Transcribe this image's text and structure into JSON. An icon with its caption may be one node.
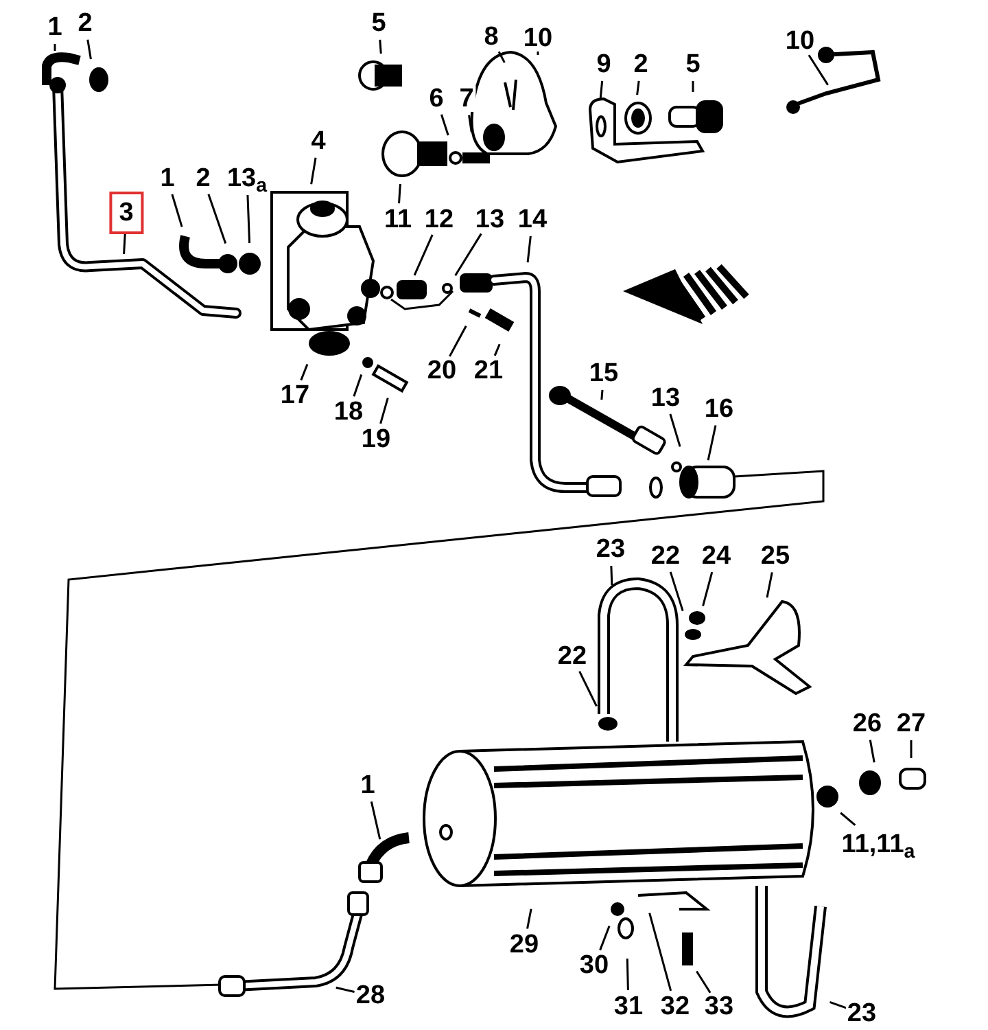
{
  "diagram": {
    "nodes": [
      {
        "text": [
          "1"
        ]
      },
      {
        "text": [
          "2"
        ]
      },
      {
        "text": [
          "5"
        ]
      },
      {
        "text": [
          "8"
        ]
      },
      {
        "text": [
          "10"
        ]
      },
      {
        "text": [
          "9"
        ]
      },
      {
        "text": [
          "2"
        ]
      },
      {
        "text": [
          "5"
        ]
      },
      {
        "text": [
          "10"
        ]
      },
      {
        "text": [
          "6"
        ]
      },
      {
        "text": [
          "7"
        ]
      },
      {
        "text": [
          "3"
        ]
      },
      {
        "text": [
          "1"
        ]
      },
      {
        "text": [
          "2"
        ]
      },
      {
        "text": [
          "13$_{a}$"
        ]
      },
      {
        "text": [
          "4"
        ]
      },
      {
        "text": [
          "11"
        ]
      },
      {
        "text": [
          "12"
        ]
      },
      {
        "text": [
          "13"
        ]
      },
      {
        "text": [
          "14"
        ]
      },
      {
        "text": [
          "17"
        ]
      },
      {
        "text": [
          "18"
        ]
      },
      {
        "text": [
          "19"
        ]
      },
      {
        "text": [
          "20"
        ]
      },
      {
        "text": [
          "21"
        ]
      },
      {
        "text": [
          "15"
        ]
      },
      {
        "text": [
          "13"
        ]
      },
      {
        "text": [
          "16"
        ]
      },
      {
        "text": [
          "23"
        ]
      },
      {
        "text": [
          "22"
        ]
      },
      {
        "text": [
          "24"
        ]
      },
      {
        "text": [
          "25"
        ]
      },
      {
        "text": [
          "22"
        ]
      },
      {
        "text": [
          "26"
        ]
      },
      {
        "text": [
          "27"
        ]
      },
      {
        "text": [
          "1"
        ]
      },
      {
        "text": [
          "11,11$_{a}$"
        ]
      },
      {
        "text": [
          "29"
        ]
      },
      {
        "text": [
          "30"
        ]
      },
      {
        "text": [
          "31"
        ]
      },
      {
        "text": [
          "32"
        ]
      },
      {
        "text": [
          "33"
        ]
      },
      {
        "text": [
          "28"
        ]
      },
      {
        "text": [
          "23"
        ]
      }
    ],
    "edges": [
      {
        "from": 0,
        "to": null,
        "arrow": "none"
      },
      {
        "from": 1,
        "to": null,
        "arrow": "none"
      },
      {
        "from": 2,
        "to": null,
        "arrow": "none"
      },
      {
        "from": 3,
        "to": null,
        "arrow": "none"
      },
      {
        "from": 4,
        "to": null,
        "arrow": "none"
      },
      {
        "from": 5,
        "to": null,
        "arrow": "none"
      },
      {
        "from": 6,
        "to": null,
        "arrow": "none"
      },
      {
        "from": 7,
        "to": null,
        "arrow": "none"
      },
      {
        "from": 8,
        "to": null,
        "arrow": "none"
      },
      {
        "from": 9,
        "to": null,
        "arrow": "none"
      },
      {
        "from": 10,
        "to": null,
        "arrow": "none"
      },
      {
        "from": 11,
        "to": null,
        "arrow": "none"
      },
      {
        "from": 12,
        "to": null,
        "arrow": "none"
      },
      {
        "from": 13,
        "to": null,
        "arrow": "none"
      },
      {
        "from": 14,
        "to": null,
        "arrow": "none"
      },
      {
        "from": 15,
        "to": null,
        "arrow": "none"
      },
      {
        "from": 16,
        "to": null,
        "arrow": "none"
      },
      {
        "from": 17,
        "to": null,
        "arrow": "none"
      },
      {
        "from": 18,
        "to": null,
        "arrow": "none"
      },
      {
        "from": 19,
        "to": null,
        "arrow": "none"
      },
      {
        "from": 20,
        "to": null,
        "arrow": "none"
      },
      {
        "from": 21,
        "to": null,
        "arrow": "none"
      },
      {
        "from": 22,
        "to": null,
        "arrow": "none"
      },
      {
        "from": 23,
        "to": null,
        "arrow": "none"
      },
      {
        "from": 24,
        "to": null,
        "arrow": "none"
      },
      {
        "from": 25,
        "to": null,
        "arrow": "none"
      },
      {
        "from": 26,
        "to": null,
        "arrow": "none"
      },
      {
        "from": 27,
        "to": null,
        "arrow": "none"
      },
      {
        "from": 28,
        "to": null,
        "arrow": "none"
      },
      {
        "from": 29,
        "to": null,
        "arrow": "none"
      },
      {
        "from": 30,
        "to": null,
        "arrow": "none"
      },
      {
        "from": 31,
        "to": null,
        "arrow": "none"
      },
      {
        "from": 32,
        "to": null,
        "arrow": "none"
      },
      {
        "from": 33,
        "to": null,
        "arrow": "none"
      },
      {
        "from": 34,
        "to": null,
        "arrow": "none"
      },
      {
        "from": 35,
        "to": null,
        "arrow": "none"
      },
      {
        "from": 36,
        "to": null,
        "arrow": "none"
      },
      {
        "from": 37,
        "to": null,
        "arrow": "none"
      },
      {
        "from": 38,
        "to": null,
        "arrow": "none"
      },
      {
        "from": 39,
        "to": null,
        "arrow": "none"
      },
      {
        "from": 40,
        "to": null,
        "arrow": "none"
      },
      {
        "from": 41,
        "to": null,
        "arrow": "none"
      },
      {
        "from": 42,
        "to": null,
        "arrow": "none"
      },
      {
        "from": 43,
        "to": null,
        "arrow": "none"
      }
    ]
  }
}
